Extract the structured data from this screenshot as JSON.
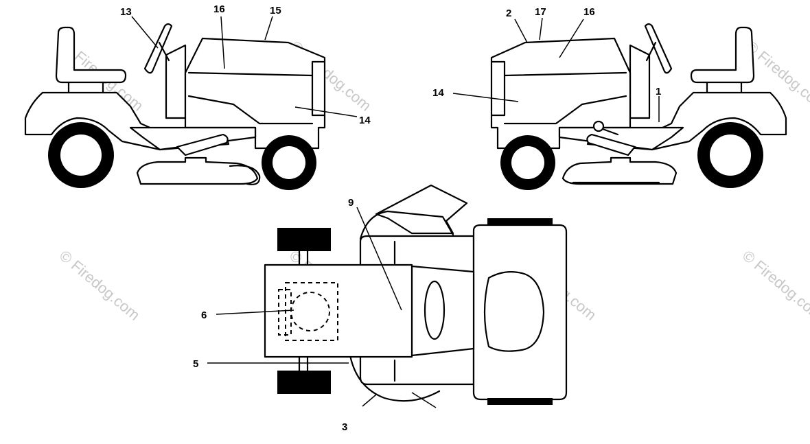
{
  "diagram": {
    "callouts": {
      "c1": "1",
      "c2": "2",
      "c3": "3",
      "c5": "5",
      "c6": "6",
      "c9": "9",
      "c13": "13",
      "c14_left": "14",
      "c14_right": "14",
      "c15": "15",
      "c16_left": "16",
      "c16_right": "16",
      "c17": "17"
    },
    "watermark": "© Firedog.com",
    "colors": {
      "line": "#000000",
      "watermark": "#c8c8c8",
      "background": "#ffffff"
    }
  }
}
